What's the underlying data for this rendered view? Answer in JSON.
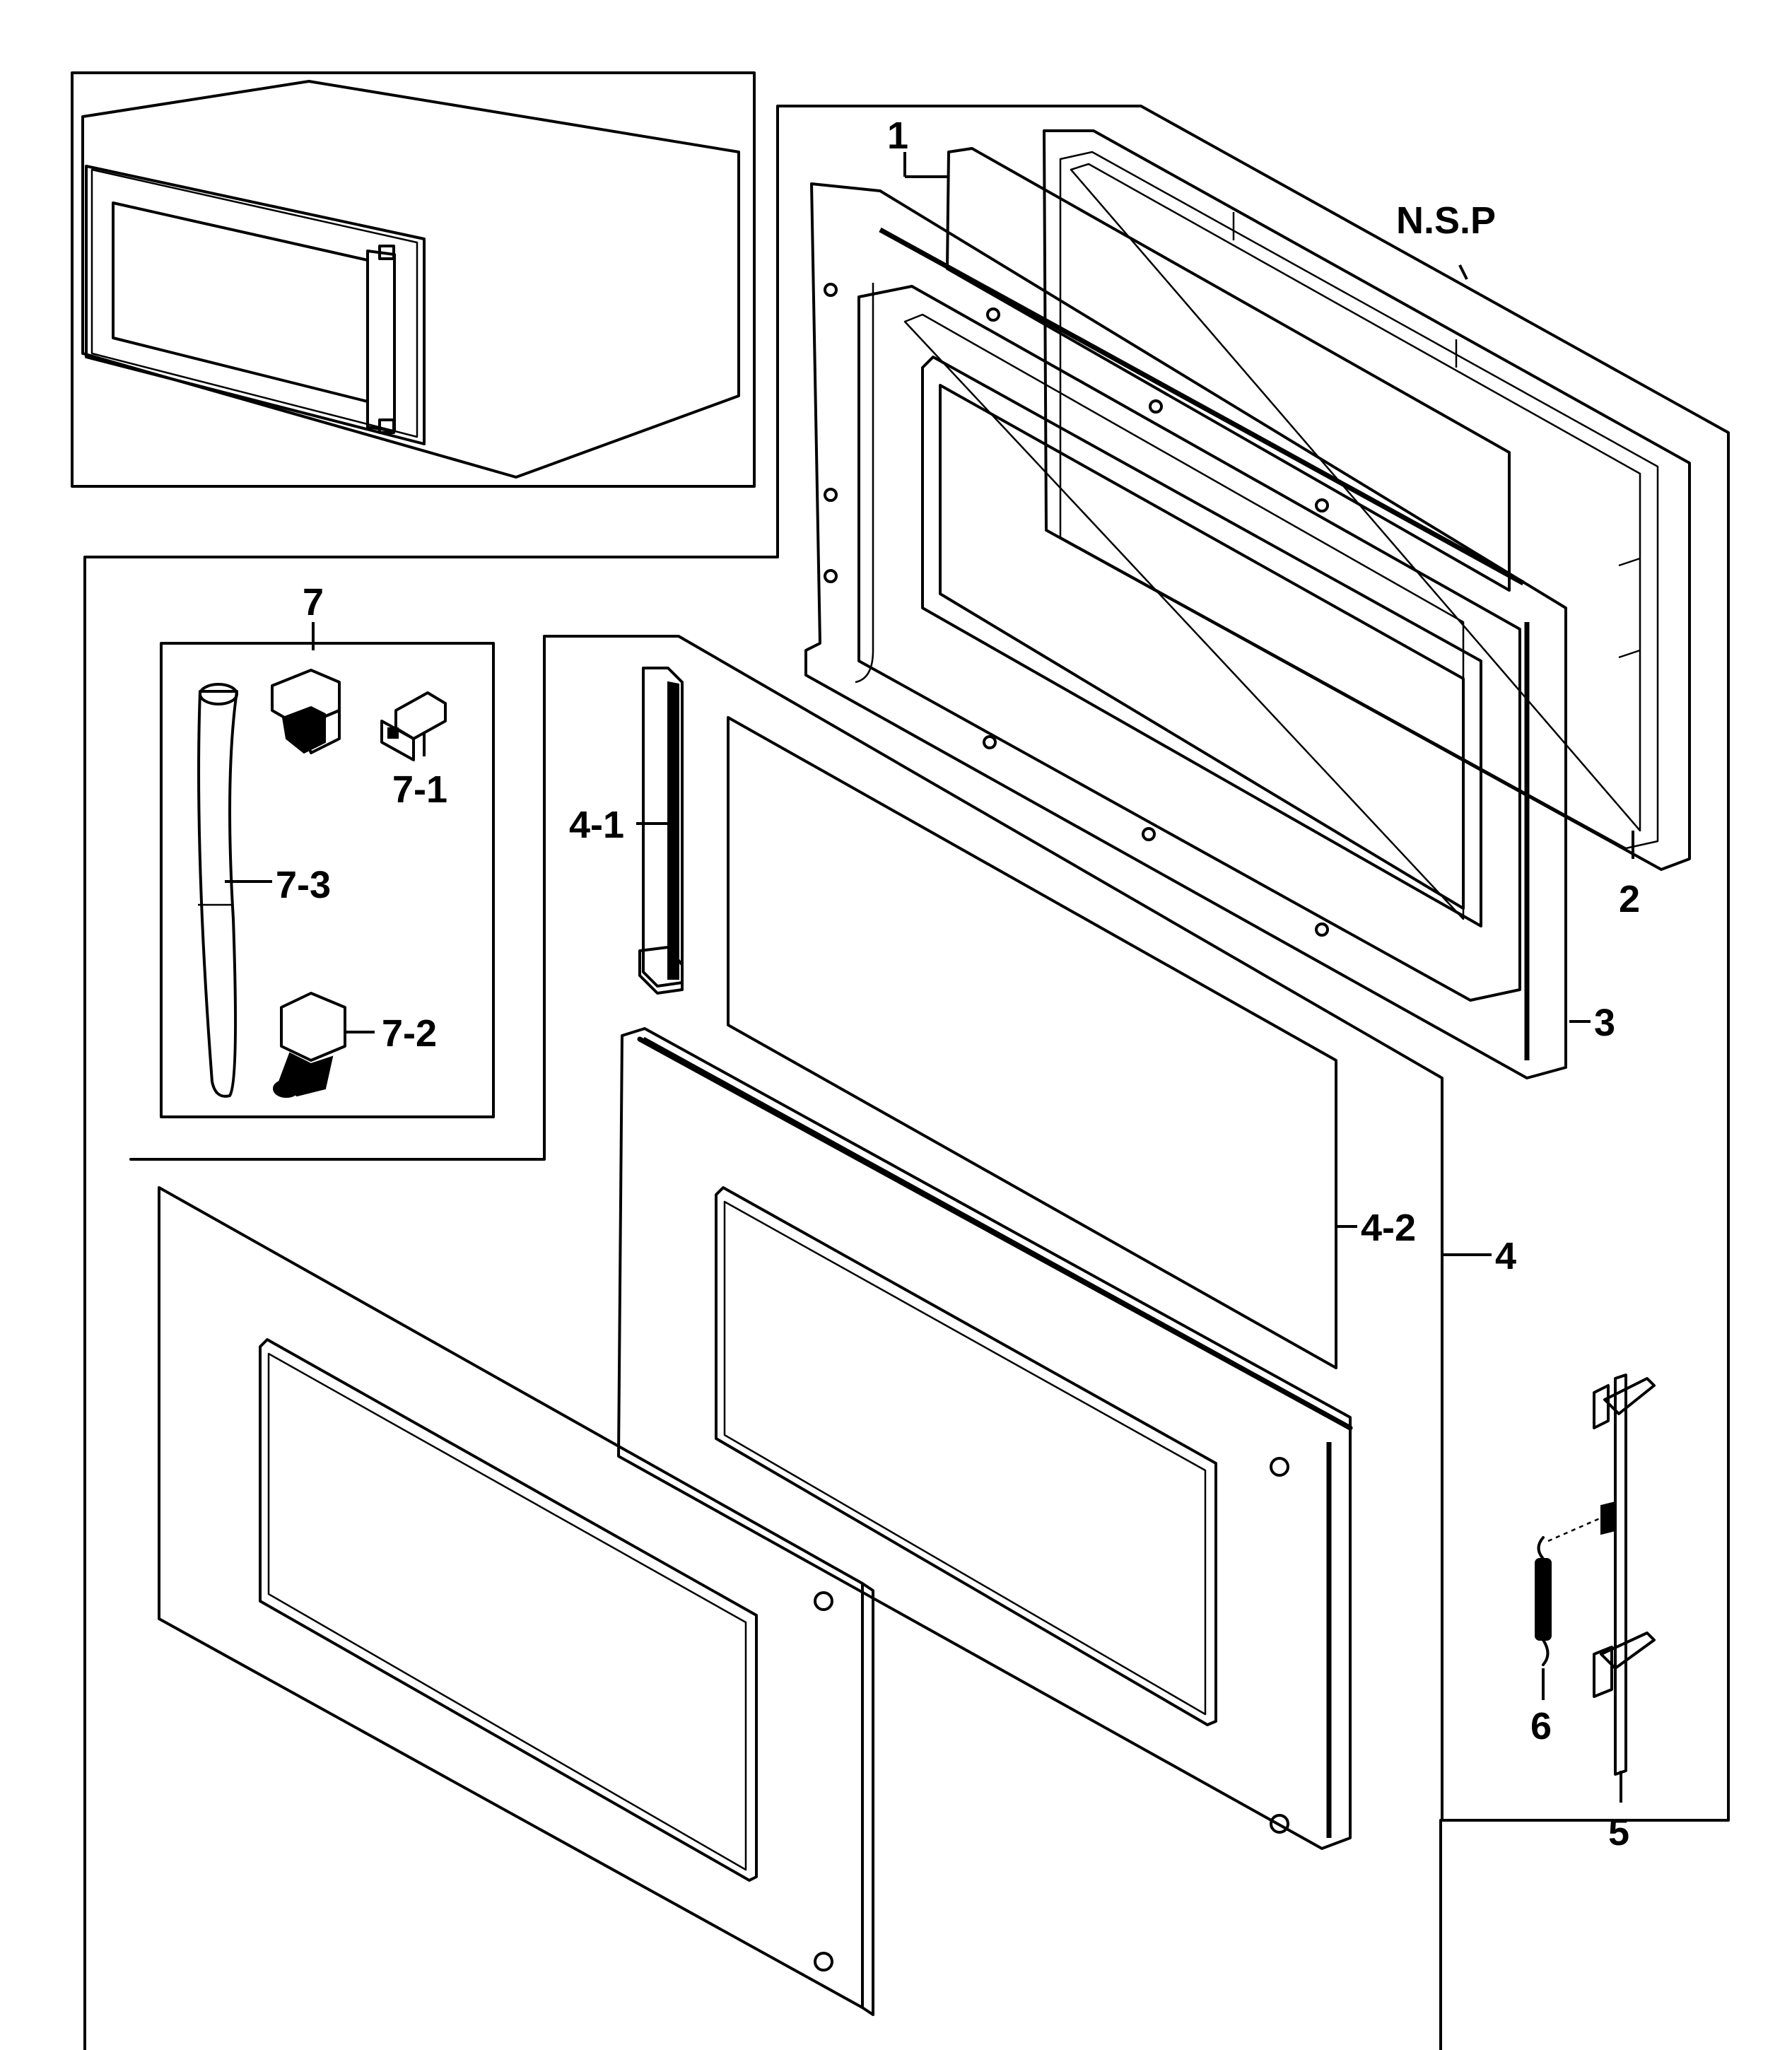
{
  "colors": {
    "ink": "#000000",
    "paper": "#ffffff"
  },
  "callouts": {
    "c1": "1",
    "nsp": "N.S.P",
    "c2": "2",
    "c3": "3",
    "c4": "4",
    "c4_1": "4-1",
    "c4_2": "4-2",
    "c5": "5",
    "c6": "6",
    "c7": "7",
    "c7_1": "7-1",
    "c7_2": "7-2",
    "c7_3": "7-3"
  }
}
